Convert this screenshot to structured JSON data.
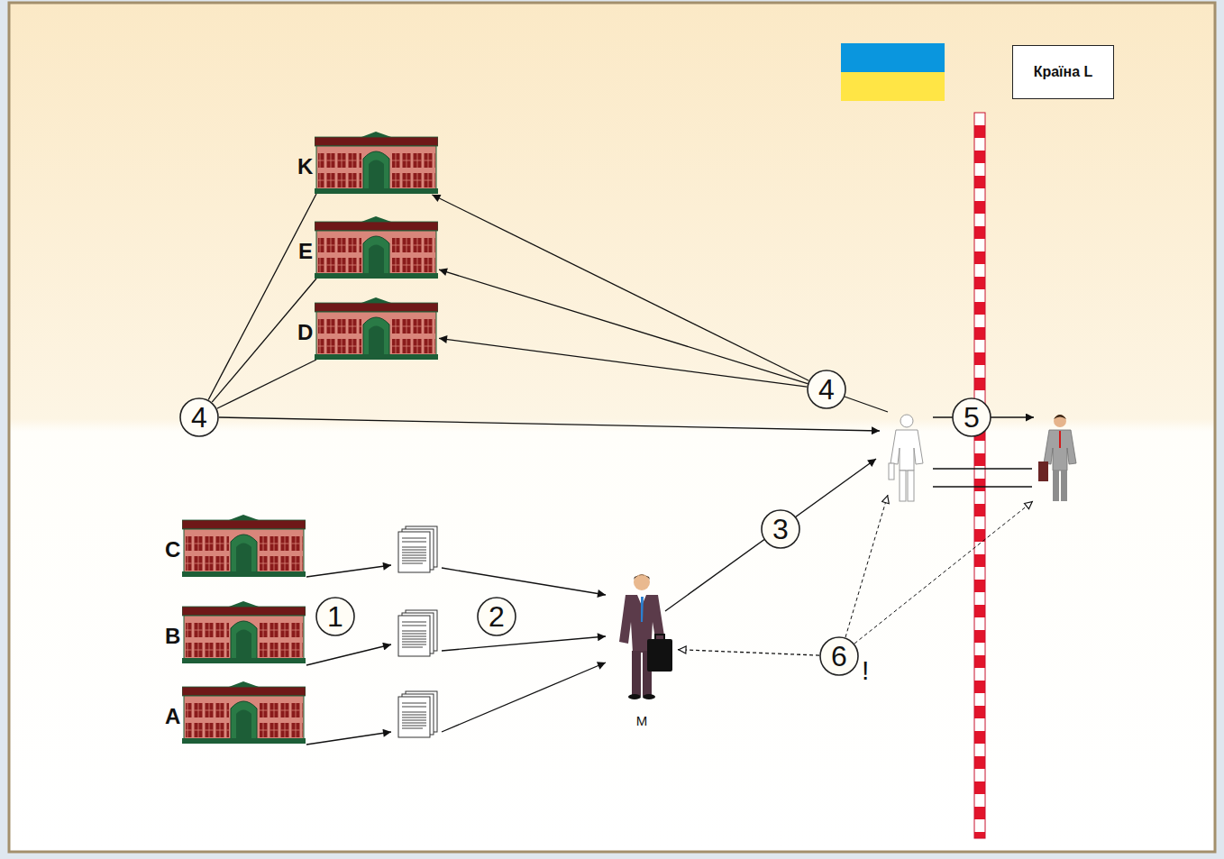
{
  "diagram": {
    "nodes": [
      {
        "text": [
          "Країна L"
        ]
      },
      {
        "text": [
          "K"
        ]
      },
      {
        "text": [
          "E"
        ]
      },
      {
        "text": [
          "D"
        ]
      },
      {
        "text": [
          "4"
        ]
      },
      {
        "text": [
          "4"
        ]
      },
      {
        "text": [
          "5"
        ]
      },
      {
        "text": [
          "C"
        ]
      },
      {
        "text": [
          "B"
        ]
      },
      {
        "text": [
          "A"
        ]
      },
      {
        "text": [
          "1"
        ]
      },
      {
        "text": [
          "2"
        ]
      },
      {
        "text": [
          "M"
        ]
      },
      {
        "text": [
          "3"
        ]
      },
      {
        "text": [
          "6"
        ]
      }
    ],
    "edges": [
      {
        "from": 4,
        "to": 1,
        "arrow": "none"
      },
      {
        "from": 4,
        "to": 2,
        "arrow": "none"
      },
      {
        "from": 4,
        "to": 3,
        "arrow": "none"
      },
      {
        "from": 5,
        "to": 1,
        "arrow": "to"
      },
      {
        "from": 5,
        "to": 2,
        "arrow": "to"
      },
      {
        "from": 5,
        "to": 3,
        "arrow": "to"
      },
      {
        "from": 14,
        "to": 12,
        "arrow": "to"
      }
    ],
    "labels": [
      "!"
    ]
  }
}
